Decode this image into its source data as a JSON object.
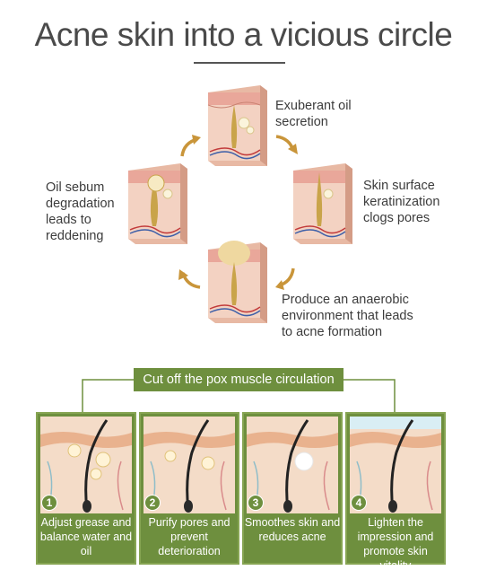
{
  "header": {
    "title": "Acne skin into a vicious circle"
  },
  "cycle": {
    "top": "Exuberant oil secretion",
    "right": "Skin surface keratinization clogs pores",
    "bottom": "Produce an anaerobic environment that leads to acne formation",
    "left": "Oil sebum degradation leads to reddening"
  },
  "banner": {
    "label": "Cut off the pox muscle circulation"
  },
  "steps": [
    {
      "number": "1",
      "text": "Adjust grease and balance water and oil"
    },
    {
      "number": "2",
      "text": "Purify pores and prevent deterioration"
    },
    {
      "number": "3",
      "text": "Smoothes skin and reduces acne"
    },
    {
      "number": "4",
      "text": "Lighten the impression and promote skin vitality"
    }
  ],
  "colors": {
    "accent_green": "#6e8f3e",
    "arrow_gold": "#c9953a",
    "skin": "#f0c9b5"
  }
}
